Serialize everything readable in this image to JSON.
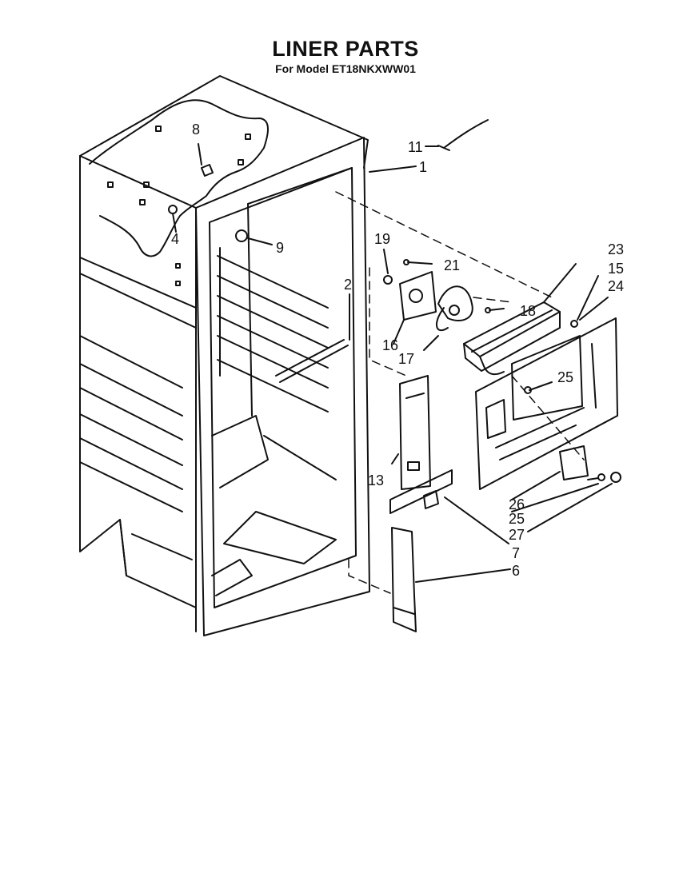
{
  "header": {
    "title": "LINER PARTS",
    "subtitle": "For Model ET18NKXWW01"
  },
  "callouts": {
    "c1": "1",
    "c2": "2",
    "c4": "4",
    "c6": "6",
    "c7": "7",
    "c8": "8",
    "c9": "9",
    "c11": "11",
    "c13": "13",
    "c15": "15",
    "c16": "16",
    "c17": "17",
    "c18": "18",
    "c19": "19",
    "c21": "21",
    "c23": "23",
    "c24": "24",
    "c25a": "25",
    "c25b": "25",
    "c26": "26",
    "c27": "27"
  },
  "colors": {
    "ink": "#111111",
    "paper": "#ffffff"
  }
}
